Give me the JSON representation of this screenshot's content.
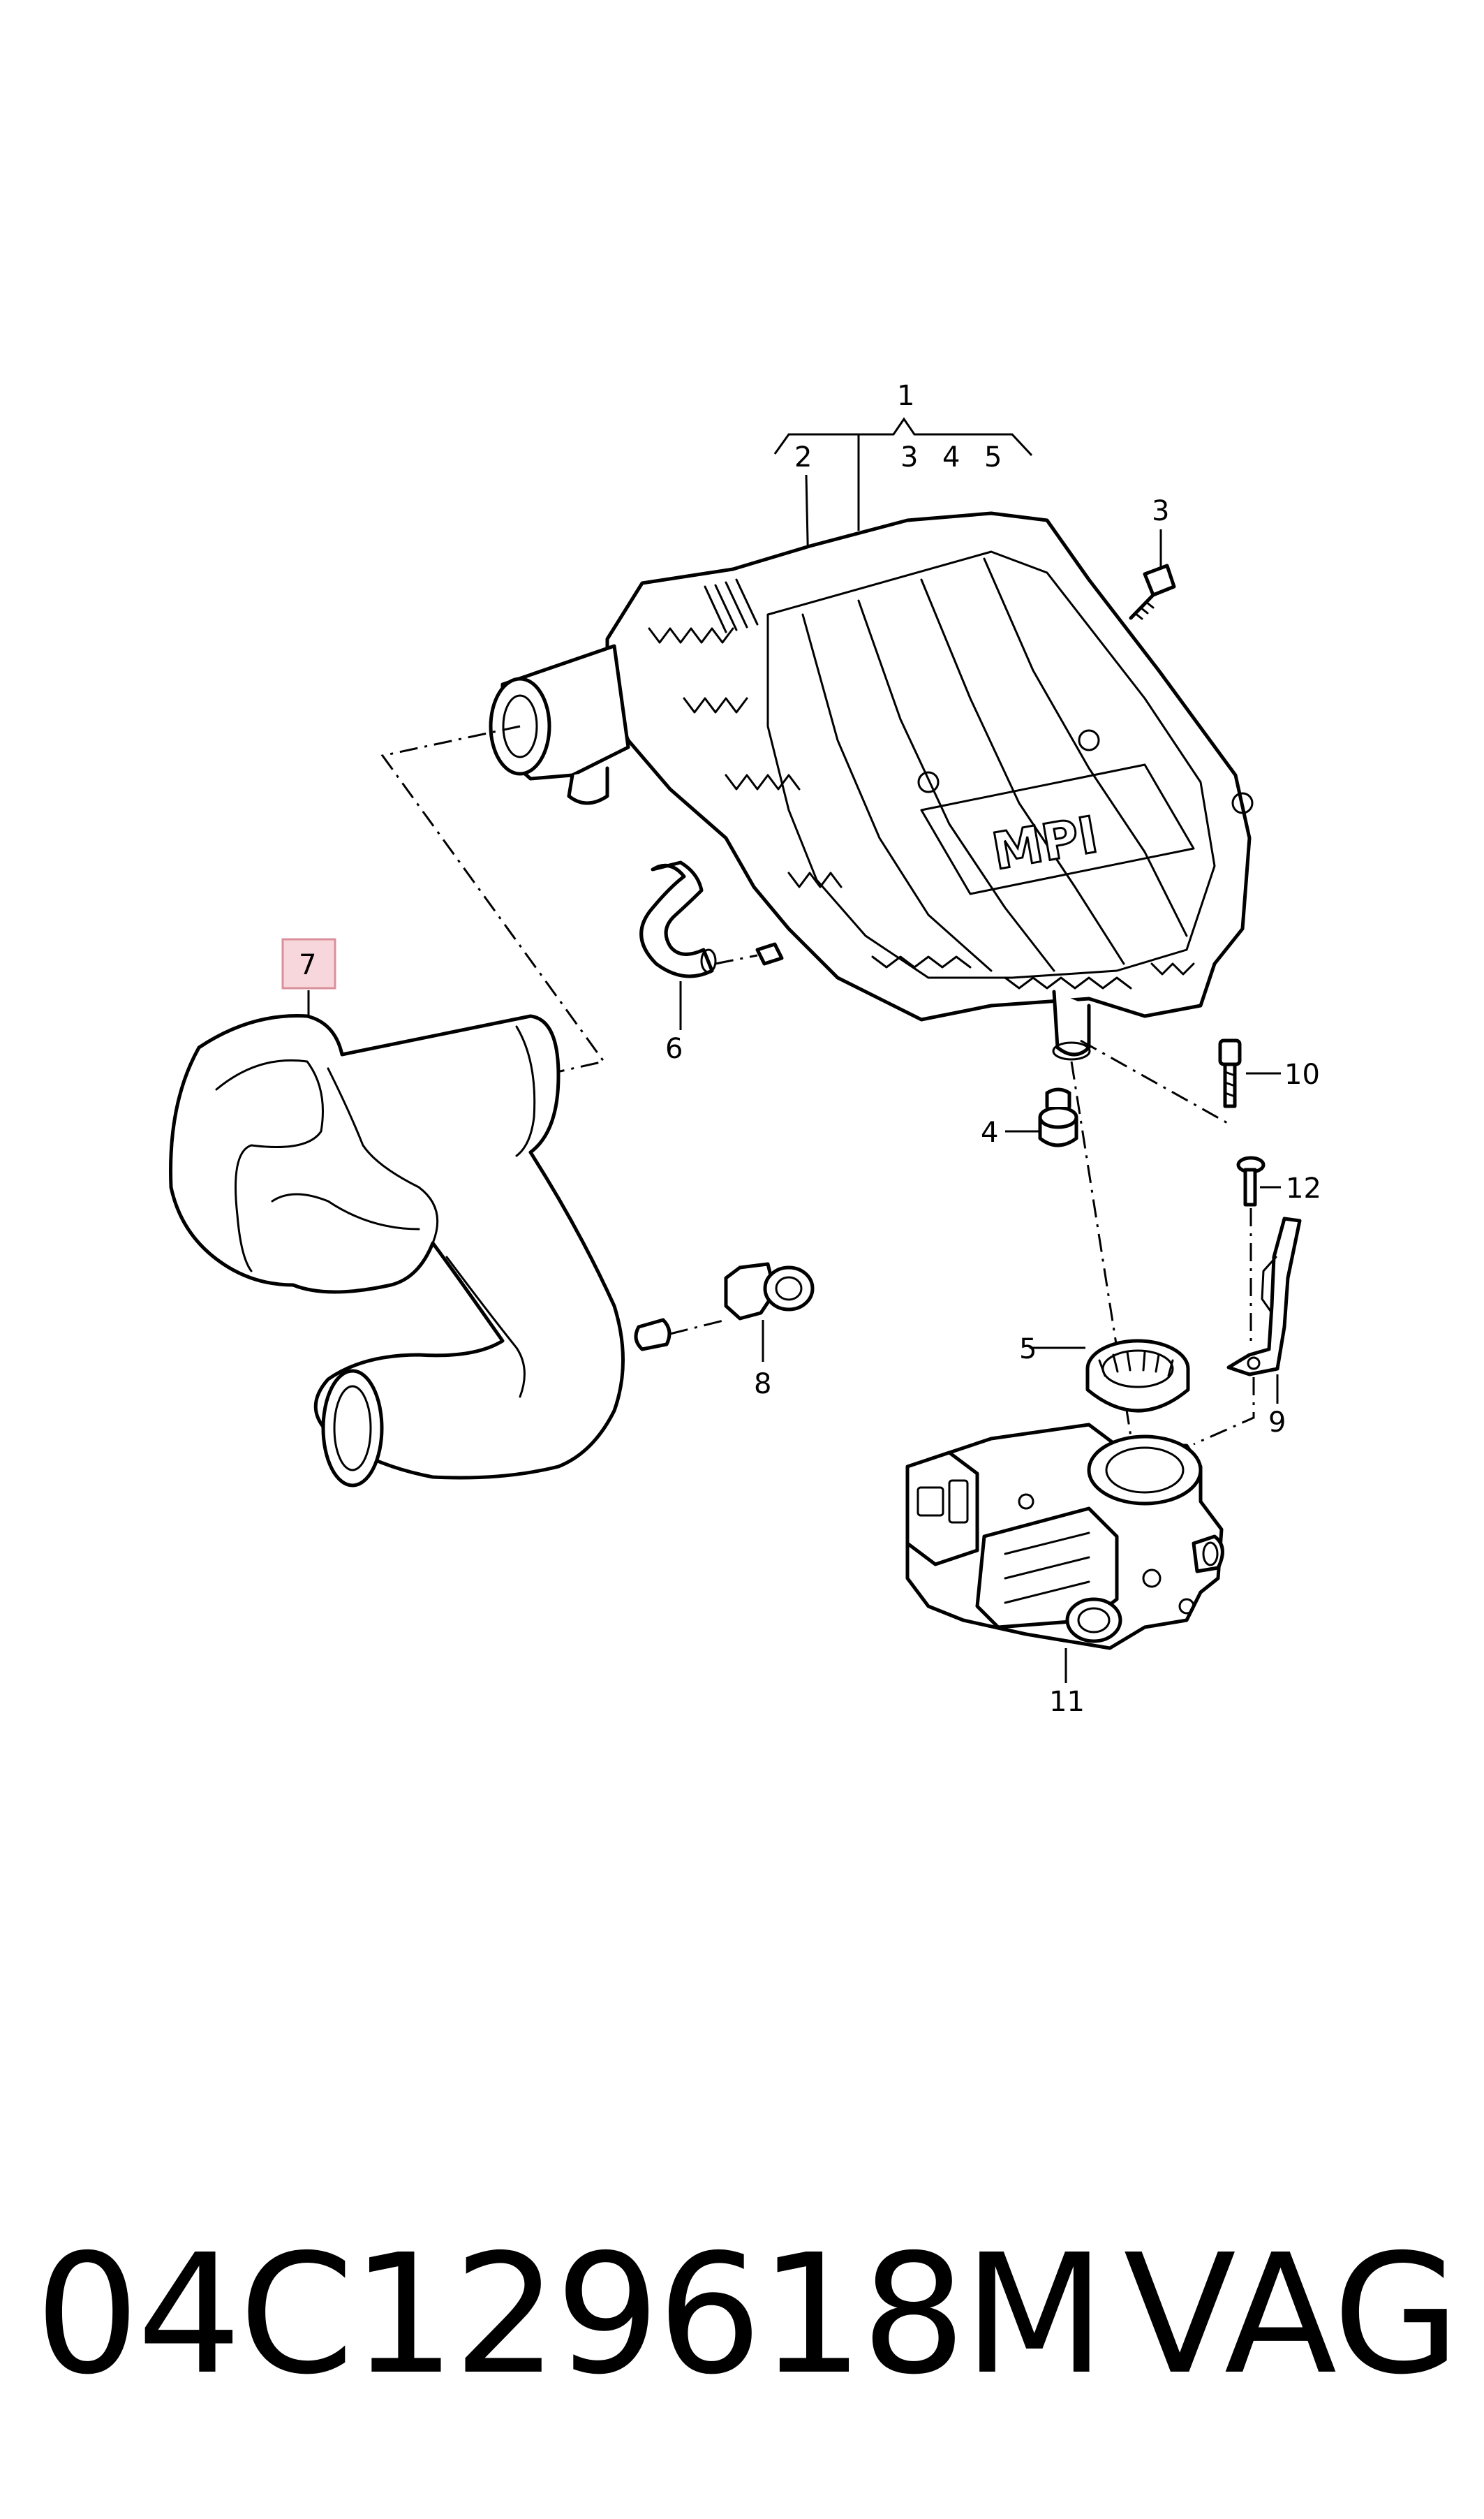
{
  "callouts": {
    "c1": "1",
    "c2": "2",
    "c3a": "3",
    "c3b": "3",
    "c4a": "4",
    "c4b": "4",
    "c5a": "5",
    "c5b": "5",
    "c6": "6",
    "c7": "7",
    "c8": "8",
    "c9": "9",
    "c10": "10",
    "c11": "11",
    "c12": "12"
  },
  "emblem_text": "MPI",
  "footer": {
    "part_number": "04C129618M",
    "brand": "VAG"
  },
  "colors": {
    "highlight_fill": "#f8d7dc",
    "highlight_border": "#d9909c",
    "ink": "#000000"
  }
}
